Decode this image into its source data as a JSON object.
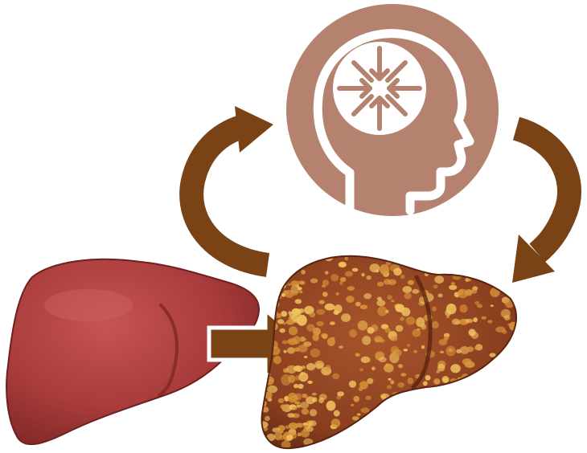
{
  "diagram": {
    "nodes": [
      {
        "id": "healthy-liver",
        "icon": "healthy-liver-icon"
      },
      {
        "id": "cirrhotic-liver",
        "icon": "cirrhotic-liver-icon"
      },
      {
        "id": "brain-head",
        "icon": "head-brain-icon"
      }
    ],
    "edges": [
      {
        "from": "healthy-liver",
        "to": "cirrhotic-liver",
        "style": "block-arrow"
      },
      {
        "from": "cirrhotic-liver",
        "to": "brain-head",
        "style": "curved-arrow"
      },
      {
        "from": "brain-head",
        "to": "cirrhotic-liver",
        "style": "curved-arrow"
      }
    ]
  },
  "colors": {
    "arrow": "#7a4316",
    "head_circle": "#b4826e",
    "head_outline": "#ffffff",
    "healthy_liver": "#a83b3b",
    "healthy_liver_dark": "#7e2727",
    "cirrhotic_liver": "#8a3e1f",
    "cirrhotic_nodule": "#d9953a",
    "cirrhotic_nodule_light": "#f0c25e"
  }
}
